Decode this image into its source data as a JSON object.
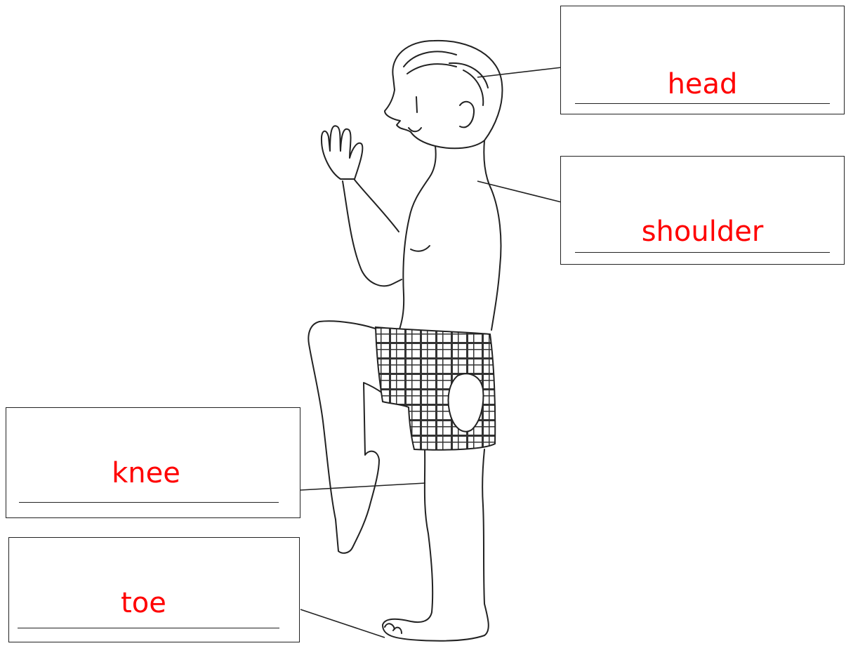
{
  "labels": {
    "head": "head",
    "shoulder": "shoulder",
    "knee": "knee",
    "toe": "toe"
  },
  "colors": {
    "label_text": "#ff0000",
    "line_art": "#222222",
    "background": "#ffffff"
  }
}
